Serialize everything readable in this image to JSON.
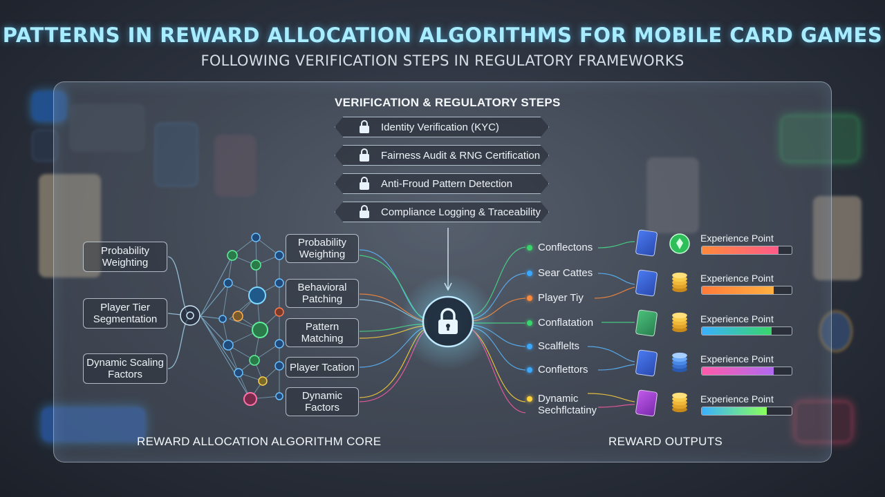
{
  "header": {
    "title": "PATTERNS IN REWARD ALLOCATION ALGORITHMS FOR MOBILE CARD GAMES",
    "subtitle": "FOLLOWING VERIFICATION STEPS IN REGULATORY FRAMEWORKS"
  },
  "verification": {
    "title": "VERIFICATION & REGULATORY STEPS",
    "steps": [
      {
        "label": "Identity Verification (KYC)"
      },
      {
        "label": "Fairness Audit & RNG Certification"
      },
      {
        "label": "Anti-Froud Pattern Detection"
      },
      {
        "label": "Compliance Logging & Traceability"
      }
    ]
  },
  "core": {
    "title": "REWARD ALLOCATION ALGORITHM CORE",
    "inputs": [
      {
        "label": "Probability Weighting"
      },
      {
        "label": "Player Tier Segmentation"
      },
      {
        "label": "Dynamic Scaling Factors"
      }
    ],
    "stages": [
      {
        "label": "Probability Weighting"
      },
      {
        "label": "Behavioral Patching"
      },
      {
        "label": "Pattern Matching"
      },
      {
        "label": "Player Tcation"
      },
      {
        "label": "Dynamic Factors"
      }
    ]
  },
  "outputs": {
    "title": "REWARD OUTPUTS",
    "items": [
      {
        "label": "Conflectons",
        "color": "#39d56a"
      },
      {
        "label": "Sear Cattes",
        "color": "#3aa8ff"
      },
      {
        "label": "Player Tiy",
        "color": "#ff8a3a"
      },
      {
        "label": "Conflatation",
        "color": "#39d56a"
      },
      {
        "label": "Scalflelts",
        "color": "#3aa8ff"
      },
      {
        "label": "Conflettors",
        "color": "#3aa8ff"
      },
      {
        "label": "Dynamic Sechflctatiny",
        "color": "#ffd23a"
      }
    ],
    "rewards": [
      {
        "label": "Experience Point",
        "progress": 0.85,
        "card_color": "#3a66d8",
        "token": "gem-icon"
      },
      {
        "label": "Experience Point",
        "progress": 0.8,
        "card_color": "#3a66d8",
        "token": "coin-icon"
      },
      {
        "label": "Experience Point",
        "progress": 0.78,
        "card_color": "#3aa86a",
        "token": "coin-icon"
      },
      {
        "label": "Experience Point",
        "progress": 0.8,
        "card_color": "#3a66d8",
        "token": "chip-icon"
      },
      {
        "label": "Experience Point",
        "progress": 0.72,
        "card_color": "#b04ad8",
        "token": "coin-icon"
      }
    ]
  },
  "colors": {
    "accent": "#7fe3ff",
    "green": "#39d56a",
    "blue": "#3aa8ff",
    "orange": "#ff8a3a",
    "yellow": "#ffd23a",
    "pink": "#ff5aa8"
  }
}
